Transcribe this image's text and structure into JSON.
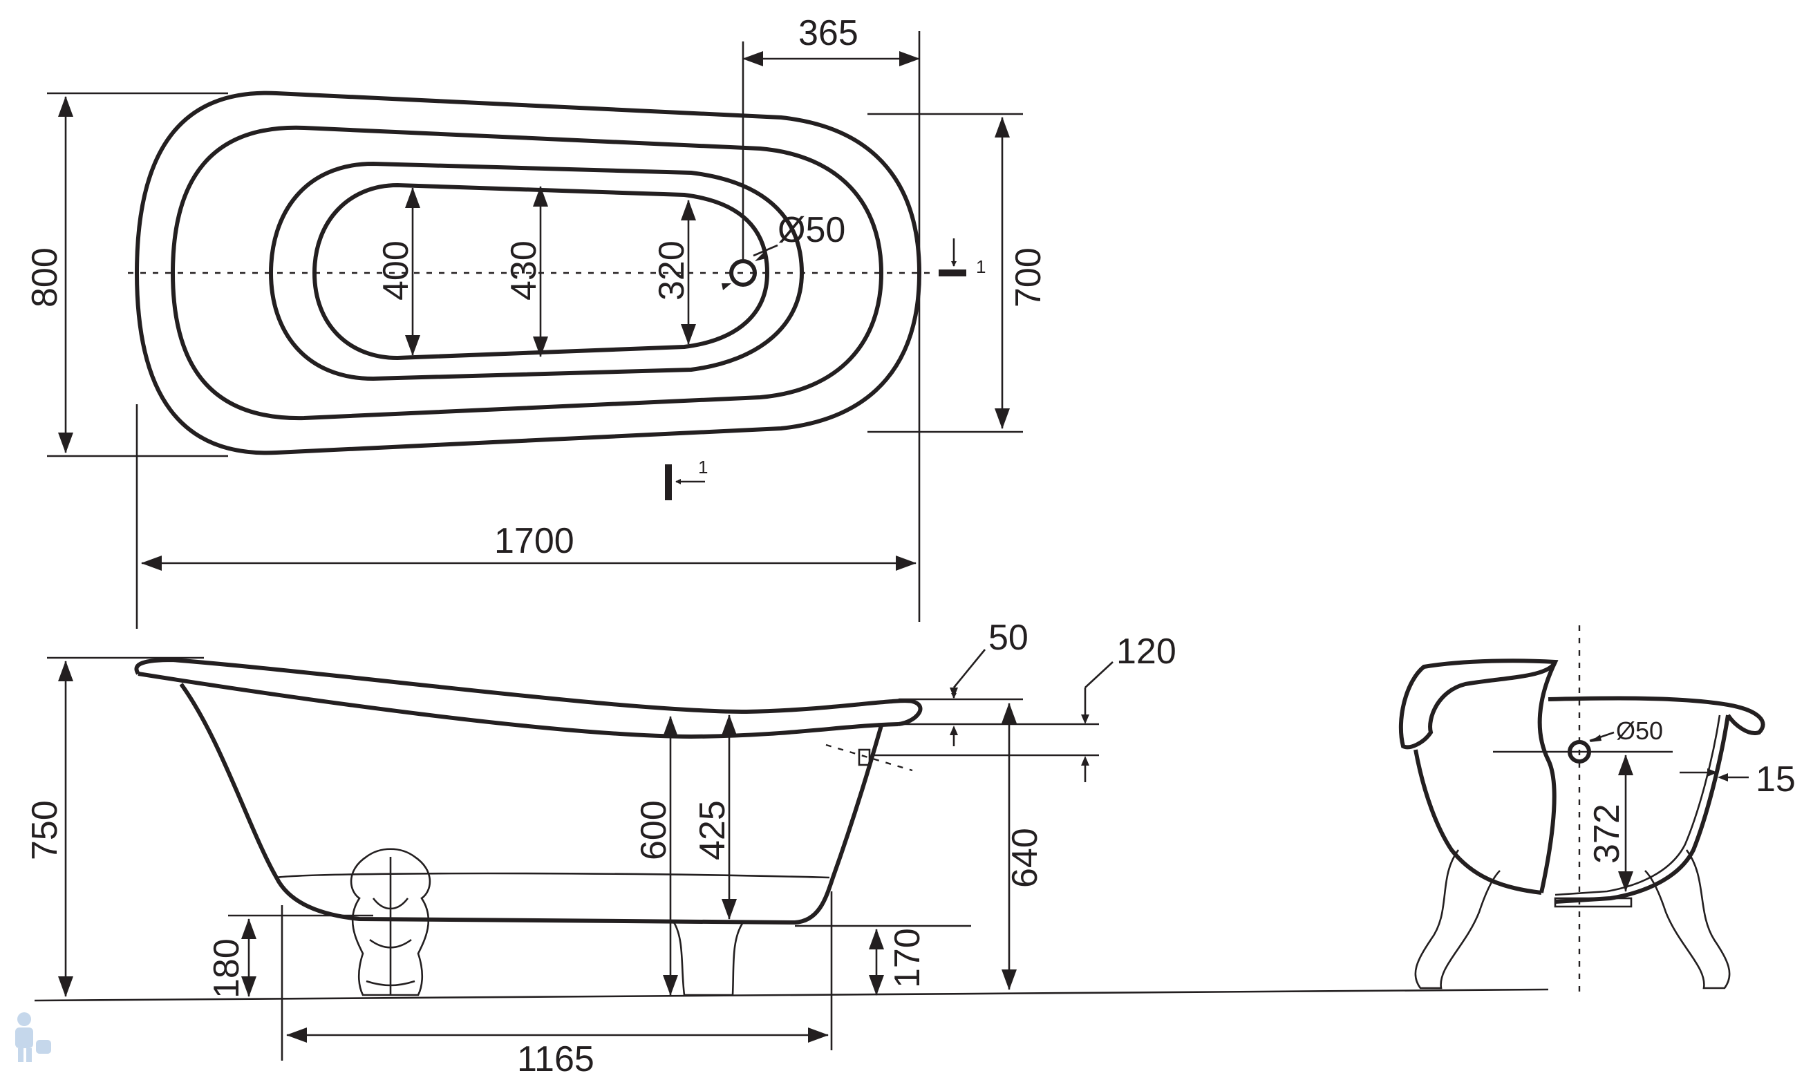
{
  "top_view": {
    "width_mm": "800",
    "inner_width_mm": "700",
    "length_mm": "1700",
    "drain_offset_mm": "365",
    "drain_diameter": "Ø50",
    "basin_width_1": "400",
    "basin_width_2": "430",
    "basin_width_3": "320",
    "section_mark": "1"
  },
  "side_view": {
    "height_mm": "750",
    "rim_thickness": "50",
    "overflow_offset": "120",
    "inner_depth_1": "600",
    "inner_depth_2": "425",
    "height_to_rim": "640",
    "foot_height": "180",
    "bottom_clearance": "170",
    "foot_spacing": "1165"
  },
  "section_view": {
    "overflow_diameter": "Ø50",
    "overflow_height": "372",
    "wall_thickness": "15"
  },
  "colors": {
    "line": "#231f20",
    "background": "#ffffff"
  }
}
